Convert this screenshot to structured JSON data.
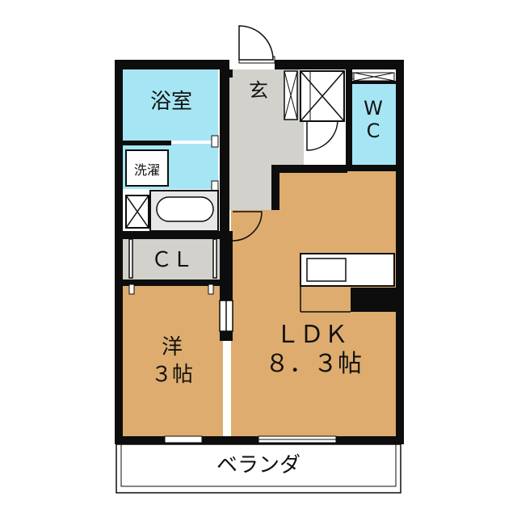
{
  "labels": {
    "bath": "浴室",
    "entrance": "玄",
    "wc_line1": "W",
    "wc_line2": "C",
    "laundry": "洗濯",
    "closet": "ＣＬ",
    "western_room_line1": "洋",
    "western_room_line2": "３帖",
    "ldk_line1": "ＬＤＫ",
    "ldk_line2": "８．３帖",
    "balcony": "ベランダ"
  },
  "colors": {
    "wall": "#0d0d0d",
    "bath_fill": "#a6e6f4",
    "wood_floor": "#deac6e",
    "tile_floor": "#d3d1cb",
    "white": "#ffffff",
    "fixture_grey": "#e7e7e7"
  }
}
